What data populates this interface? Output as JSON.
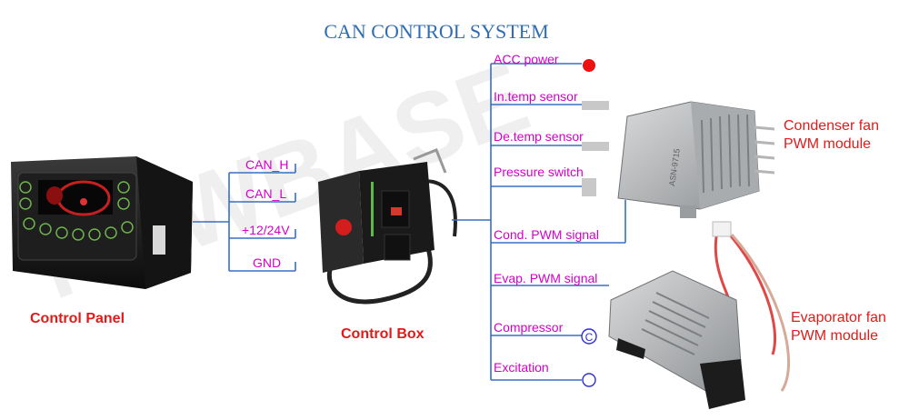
{
  "title": "CAN CONTROL SYSTEM",
  "watermark": "NEWBASE",
  "control_panel": {
    "caption": "Control Panel"
  },
  "control_box": {
    "caption": "Control Box"
  },
  "can_bus": {
    "signals": [
      "CAN_H",
      "CAN_L",
      "+12/24V",
      "GND"
    ]
  },
  "outputs": {
    "signals": [
      "ACC power",
      "In.temp sensor",
      "De.temp sensor",
      "Pressure switch",
      "Cond. PWM signal",
      "Evap. PWM signal",
      "Compressor",
      "Excitation"
    ],
    "compressor_symbol": "C"
  },
  "condenser_module": {
    "line1": "Condenser fan",
    "line2": "PWM module",
    "marking": "ASN-9715"
  },
  "evaporator_module": {
    "line1": "Evaporator fan",
    "line2": "PWM module"
  },
  "colors": {
    "title": "#2f6db5",
    "caption": "#e21a1a",
    "signal": "#d400c8",
    "line": "#3a6ec2",
    "acc_dot": "#ee1111"
  }
}
